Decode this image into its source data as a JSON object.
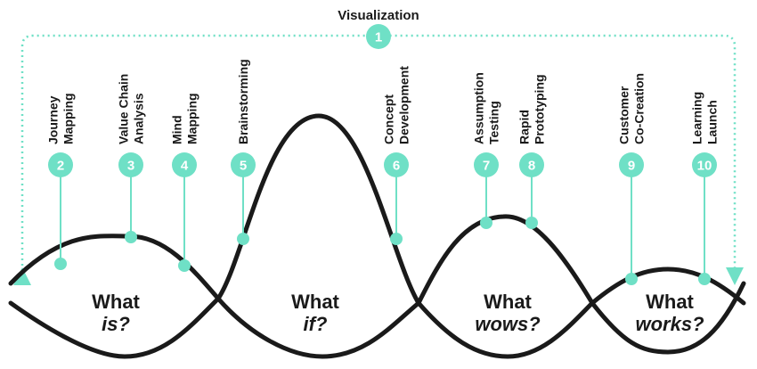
{
  "diagram": {
    "colors": {
      "accent": "#6FE0C6",
      "curve": "#1a1a1a"
    },
    "visualization": {
      "title": "Visualization",
      "number": "1"
    },
    "tools": [
      {
        "number": "2",
        "lines": [
          "Journey",
          "Mapping"
        ]
      },
      {
        "number": "3",
        "lines": [
          "Value Chain",
          "Analysis"
        ]
      },
      {
        "number": "4",
        "lines": [
          "Mind",
          "Mapping"
        ]
      },
      {
        "number": "5",
        "lines": [
          "Brainstorming"
        ]
      },
      {
        "number": "6",
        "lines": [
          "Concept",
          "Development"
        ]
      },
      {
        "number": "7",
        "lines": [
          "Assumption",
          "Testing"
        ]
      },
      {
        "number": "8",
        "lines": [
          "Rapid",
          "Prototyping"
        ]
      },
      {
        "number": "9",
        "lines": [
          "Customer",
          "Co-Creation"
        ]
      },
      {
        "number": "10",
        "lines": [
          "Learning",
          "Launch"
        ]
      }
    ],
    "phases": [
      {
        "main": "What",
        "sub": "is?"
      },
      {
        "main": "What",
        "sub": "if?"
      },
      {
        "main": "What",
        "sub": "wows?"
      },
      {
        "main": "What",
        "sub": "works?"
      }
    ]
  }
}
